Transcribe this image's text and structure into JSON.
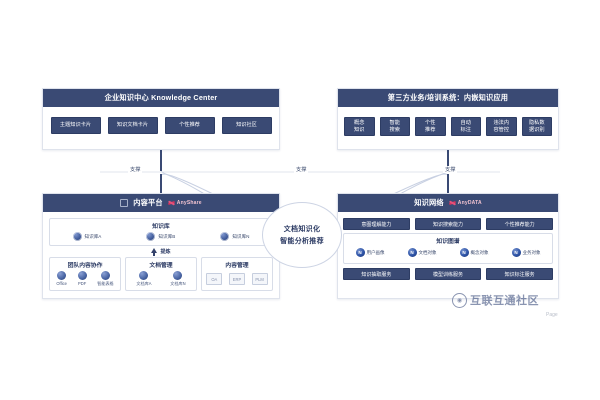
{
  "diagram": {
    "center_ellipse": {
      "line1": "文档知识化",
      "line2": "智能分析推荐"
    },
    "connector_labels": {
      "left": "支撑",
      "center": "支撑",
      "right": "支撑"
    },
    "knowledge_center": {
      "title": "企业知识中心 Knowledge Center",
      "cards": [
        "主题知识卡片",
        "知识文档卡片",
        "个性推荐",
        "知识社区"
      ]
    },
    "third_party": {
      "title": "第三方业务/培训系统：内嵌知识应用",
      "cards": [
        [
          "概念",
          "知识"
        ],
        [
          "智能",
          "搜索"
        ],
        [
          "个性",
          "推荐"
        ],
        [
          "自动",
          "标注"
        ],
        [
          "违法内",
          "容管控"
        ],
        [
          "隐私数",
          "据识别"
        ]
      ]
    },
    "content_platform": {
      "title": "内容平台",
      "logo": "AnyShare",
      "knowledge_base": {
        "title": "知识库",
        "items": [
          "知识库A",
          "知识库B",
          "知识库N"
        ]
      },
      "refine_label": "提炼",
      "groups": [
        {
          "title": "团队内容协作",
          "items": [
            "Office",
            "PDF",
            "智能表格"
          ],
          "style": "orb"
        },
        {
          "title": "文档管理",
          "items": [
            "文档库A",
            "文档库N"
          ],
          "style": "orb"
        },
        {
          "title": "内容管理",
          "items": [
            "OA",
            "ERP",
            "PLM"
          ],
          "style": "flat"
        }
      ]
    },
    "knowledge_network": {
      "title": "知识网络",
      "logo": "AnyDATA",
      "capabilities": [
        "意图理解能力",
        "知识搜索能力",
        "个性推荐能力"
      ],
      "graph": {
        "title": "知识图谱",
        "entities": [
          "用户画像",
          "文档对象",
          "概念对象",
          "业务对象"
        ],
        "entity_glyph": "N"
      },
      "services": [
        "知识抽取服务",
        "模型训练服务",
        "知识标注服务"
      ]
    },
    "watermark": {
      "text": "互联互通社区",
      "logo_glyph": "◉"
    },
    "page_label": "Page"
  },
  "colors": {
    "navy": "#3a4a74",
    "navy_dark": "#2d3c63",
    "accent_red": "#d6305c",
    "panel_border": "#dfe3ec",
    "text": "#2b3a63"
  }
}
